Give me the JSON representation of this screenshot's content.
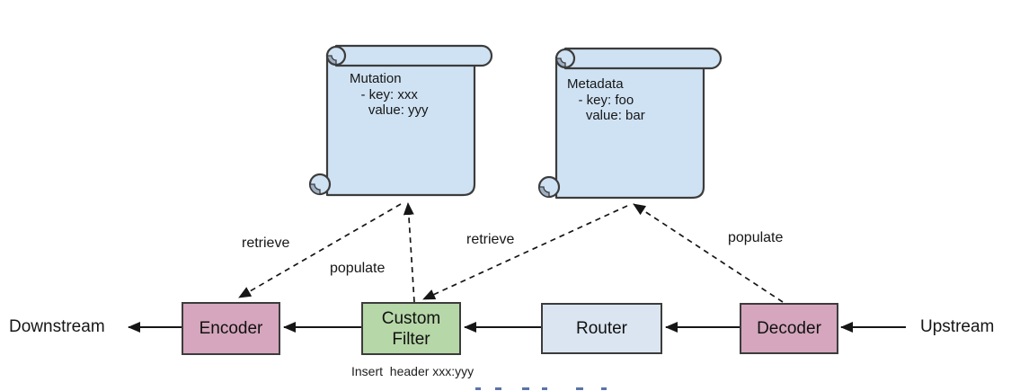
{
  "colors": {
    "background": "#ffffff",
    "line": "#161616",
    "shape_border": "#3c3c3c",
    "scroll_fill": "#cfe2f3",
    "scroll_curl_shade": "#9fb0c4",
    "router_fill": "#dbe5f1",
    "encoder_decoder_fill": "#d5a6bd",
    "custom_filter_fill": "#b6d7a8",
    "clipped_fragment_color": "#5b74a8"
  },
  "endpoints": {
    "left": "Downstream",
    "right": "Upstream"
  },
  "nodes": [
    {
      "id": "encoder",
      "label": "Encoder"
    },
    {
      "id": "custom-filter",
      "label": "Custom Filter"
    },
    {
      "id": "router",
      "label": "Router"
    },
    {
      "id": "decoder",
      "label": "Decoder"
    }
  ],
  "scrolls": [
    {
      "id": "mutation",
      "text": "Mutation\n   - key: xxx\n     value: yyy"
    },
    {
      "id": "metadata",
      "text": "Metadata\n   - key: foo\n     value: bar"
    }
  ],
  "edge_labels": [
    {
      "id": "retrieve-left",
      "label": "retrieve"
    },
    {
      "id": "populate-left",
      "label": "populate"
    },
    {
      "id": "retrieve-right",
      "label": "retrieve"
    },
    {
      "id": "populate-right",
      "label": "populate"
    }
  ],
  "caption": "Insert  header xxx:yyy"
}
